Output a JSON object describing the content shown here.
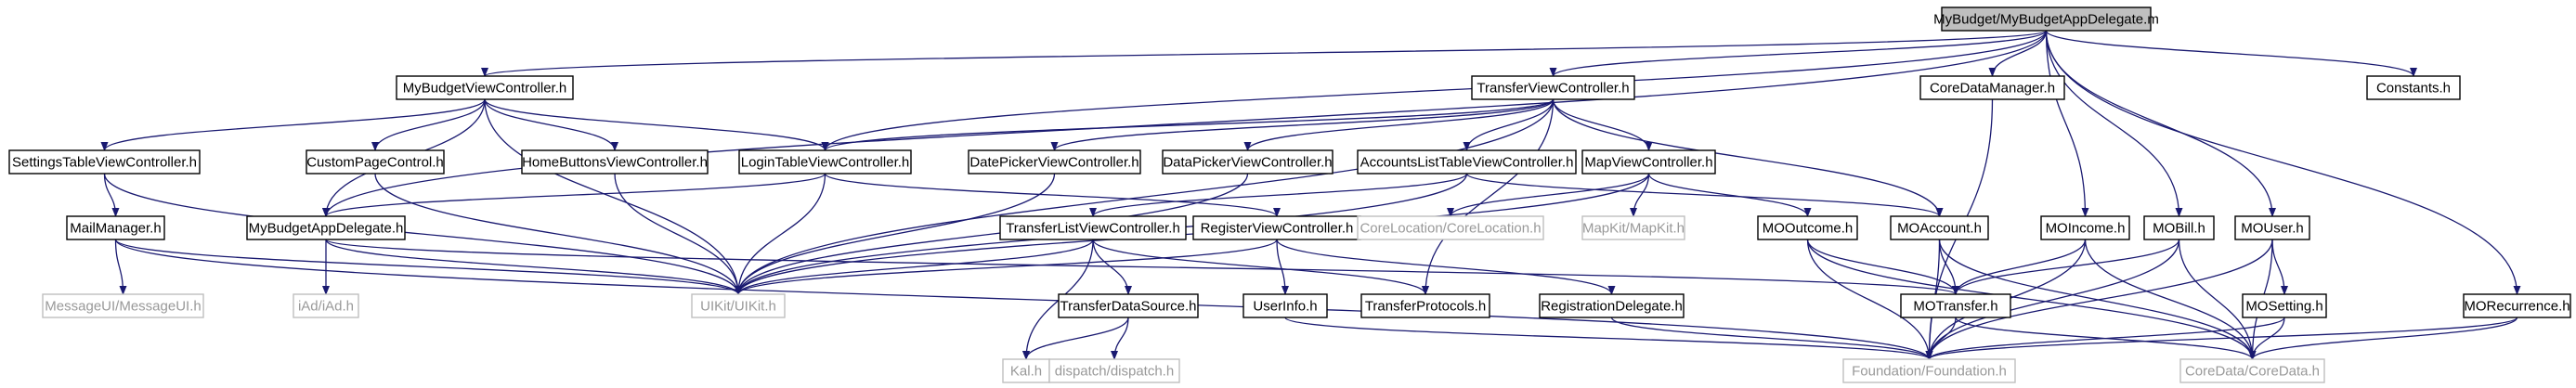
{
  "graph": {
    "title": "MyBudget/MyBudgetAppDelegate.m",
    "colors": {
      "edge": "#191970",
      "root_fill": "#bfbfbf",
      "box_stroke": "#000000",
      "external_stroke": "#bfbfbf",
      "external_text": "#999999"
    },
    "nodes": [
      {
        "id": "root",
        "label": "MyBudget/MyBudgetAppDelegate.m",
        "kind": "root"
      },
      {
        "id": "mbvc",
        "label": "MyBudgetViewController.h",
        "kind": "internal"
      },
      {
        "id": "tvc",
        "label": "TransferViewController.h",
        "kind": "internal"
      },
      {
        "id": "cdm",
        "label": "CoreDataManager.h",
        "kind": "internal"
      },
      {
        "id": "const",
        "label": "Constants.h",
        "kind": "internal"
      },
      {
        "id": "stvc",
        "label": "SettingsTableViewController.h",
        "kind": "internal"
      },
      {
        "id": "cpc",
        "label": "CustomPageControl.h",
        "kind": "internal"
      },
      {
        "id": "hbvc",
        "label": "HomeButtonsViewController.h",
        "kind": "internal"
      },
      {
        "id": "ltvc",
        "label": "LoginTableViewController.h",
        "kind": "internal"
      },
      {
        "id": "dpvc1",
        "label": "DatePickerViewController.h",
        "kind": "internal"
      },
      {
        "id": "dpvc2",
        "label": "DataPickerViewController.h",
        "kind": "internal"
      },
      {
        "id": "altvc",
        "label": "AccountsListTableViewController.h",
        "kind": "internal"
      },
      {
        "id": "mapvc",
        "label": "MapViewController.h",
        "kind": "internal"
      },
      {
        "id": "moinc",
        "label": "MOIncome.h",
        "kind": "internal"
      },
      {
        "id": "mobill",
        "label": "MOBill.h",
        "kind": "internal"
      },
      {
        "id": "mouser",
        "label": "MOUser.h",
        "kind": "internal"
      },
      {
        "id": "mm",
        "label": "MailManager.h",
        "kind": "internal"
      },
      {
        "id": "mbad",
        "label": "MyBudgetAppDelegate.h",
        "kind": "internal"
      },
      {
        "id": "tlvc",
        "label": "TransferListViewController.h",
        "kind": "internal"
      },
      {
        "id": "rvc",
        "label": "RegisterViewController.h",
        "kind": "internal"
      },
      {
        "id": "cl",
        "label": "CoreLocation/CoreLocation.h",
        "kind": "external"
      },
      {
        "id": "mk",
        "label": "MapKit/MapKit.h",
        "kind": "external"
      },
      {
        "id": "moout",
        "label": "MOOutcome.h",
        "kind": "internal"
      },
      {
        "id": "moacc",
        "label": "MOAccount.h",
        "kind": "internal"
      },
      {
        "id": "mui",
        "label": "MessageUI/MessageUI.h",
        "kind": "external"
      },
      {
        "id": "iad",
        "label": "iAd/iAd.h",
        "kind": "external"
      },
      {
        "id": "uikit",
        "label": "UIKit/UIKit.h",
        "kind": "external"
      },
      {
        "id": "tds",
        "label": "TransferDataSource.h",
        "kind": "internal"
      },
      {
        "id": "ui",
        "label": "UserInfo.h",
        "kind": "internal"
      },
      {
        "id": "tp",
        "label": "TransferProtocols.h",
        "kind": "internal"
      },
      {
        "id": "rd",
        "label": "RegistrationDelegate.h",
        "kind": "internal"
      },
      {
        "id": "motr",
        "label": "MOTransfer.h",
        "kind": "internal"
      },
      {
        "id": "moset",
        "label": "MOSetting.h",
        "kind": "internal"
      },
      {
        "id": "morec",
        "label": "MORecurrence.h",
        "kind": "internal"
      },
      {
        "id": "kal",
        "label": "Kal.h",
        "kind": "external"
      },
      {
        "id": "disp",
        "label": "dispatch/dispatch.h",
        "kind": "external"
      },
      {
        "id": "found",
        "label": "Foundation/Foundation.h",
        "kind": "external"
      },
      {
        "id": "cd",
        "label": "CoreData/CoreData.h",
        "kind": "external"
      }
    ],
    "edges": [
      [
        "root",
        "mbvc"
      ],
      [
        "root",
        "tvc"
      ],
      [
        "root",
        "cdm"
      ],
      [
        "root",
        "const"
      ],
      [
        "root",
        "ltvc"
      ],
      [
        "root",
        "mbad"
      ],
      [
        "root",
        "moinc"
      ],
      [
        "root",
        "mobill"
      ],
      [
        "root",
        "mouser"
      ],
      [
        "root",
        "morec"
      ],
      [
        "mbvc",
        "stvc"
      ],
      [
        "mbvc",
        "cpc"
      ],
      [
        "mbvc",
        "hbvc"
      ],
      [
        "mbvc",
        "ltvc"
      ],
      [
        "mbvc",
        "mbad"
      ],
      [
        "mbvc",
        "uikit"
      ],
      [
        "tvc",
        "ltvc"
      ],
      [
        "tvc",
        "dpvc1"
      ],
      [
        "tvc",
        "dpvc2"
      ],
      [
        "tvc",
        "altvc"
      ],
      [
        "tvc",
        "mapvc"
      ],
      [
        "tvc",
        "moacc"
      ],
      [
        "tvc",
        "tp"
      ],
      [
        "tvc",
        "uikit"
      ],
      [
        "cdm",
        "found"
      ],
      [
        "stvc",
        "mm"
      ],
      [
        "stvc",
        "uikit"
      ],
      [
        "cpc",
        "uikit"
      ],
      [
        "hbvc",
        "uikit"
      ],
      [
        "ltvc",
        "mbad"
      ],
      [
        "ltvc",
        "rvc"
      ],
      [
        "ltvc",
        "uikit"
      ],
      [
        "dpvc1",
        "uikit"
      ],
      [
        "dpvc2",
        "uikit"
      ],
      [
        "altvc",
        "tlvc"
      ],
      [
        "altvc",
        "moacc"
      ],
      [
        "altvc",
        "uikit"
      ],
      [
        "mapvc",
        "cl"
      ],
      [
        "mapvc",
        "mk"
      ],
      [
        "mapvc",
        "moout"
      ],
      [
        "mapvc",
        "uikit"
      ],
      [
        "mm",
        "mui"
      ],
      [
        "mm",
        "uikit"
      ],
      [
        "mm",
        "found"
      ],
      [
        "mbad",
        "iad"
      ],
      [
        "mbad",
        "uikit"
      ],
      [
        "mbad",
        "motr"
      ],
      [
        "tlvc",
        "tds"
      ],
      [
        "tlvc",
        "kal"
      ],
      [
        "tlvc",
        "tp"
      ],
      [
        "tlvc",
        "uikit"
      ],
      [
        "rvc",
        "ui"
      ],
      [
        "rvc",
        "rd"
      ],
      [
        "rvc",
        "uikit"
      ],
      [
        "moout",
        "motr"
      ],
      [
        "moout",
        "found"
      ],
      [
        "moout",
        "cd"
      ],
      [
        "moacc",
        "motr"
      ],
      [
        "moacc",
        "found"
      ],
      [
        "moacc",
        "cd"
      ],
      [
        "moinc",
        "motr"
      ],
      [
        "moinc",
        "found"
      ],
      [
        "moinc",
        "cd"
      ],
      [
        "mobill",
        "motr"
      ],
      [
        "mobill",
        "found"
      ],
      [
        "mobill",
        "cd"
      ],
      [
        "mouser",
        "moset"
      ],
      [
        "mouser",
        "found"
      ],
      [
        "mouser",
        "cd"
      ],
      [
        "moset",
        "found"
      ],
      [
        "moset",
        "cd"
      ],
      [
        "morec",
        "found"
      ],
      [
        "morec",
        "cd"
      ],
      [
        "tds",
        "kal"
      ],
      [
        "tds",
        "disp"
      ],
      [
        "ui",
        "found"
      ],
      [
        "rd",
        "found"
      ],
      [
        "motr",
        "found"
      ],
      [
        "motr",
        "cd"
      ]
    ]
  }
}
